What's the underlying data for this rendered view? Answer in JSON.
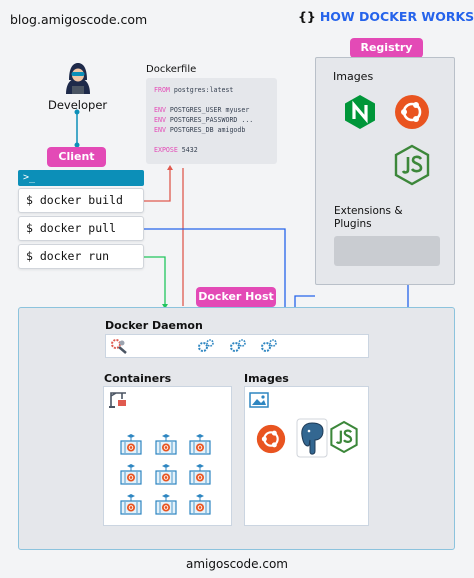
{
  "header": {
    "site": "blog.amigoscode.com",
    "title_brace": "{}",
    "title": "HOW DOCKER WORKS?"
  },
  "developer": {
    "label": "Developer"
  },
  "client": {
    "label": "Client",
    "prompt_symbol": ">_",
    "commands": [
      "$ docker build",
      "$ docker pull",
      "$ docker run"
    ]
  },
  "dockerfile": {
    "label": "Dockerfile",
    "lines": [
      {
        "kw": "FROM",
        "text": " postgres:latest"
      },
      {
        "kw": "",
        "text": ""
      },
      {
        "kw": "ENV",
        "text": " POSTGRES_USER myuser"
      },
      {
        "kw": "ENV",
        "text": " POSTGRES_PASSWORD ..."
      },
      {
        "kw": "ENV",
        "text": " POSTGRES_DB amigodb"
      },
      {
        "kw": "",
        "text": ""
      },
      {
        "kw": "EXPOSE",
        "text": " 5432"
      }
    ]
  },
  "registry": {
    "label": "Registry",
    "images_label": "Images",
    "extensions_label_1": "Extensions &",
    "extensions_label_2": "Plugins"
  },
  "docker_host": {
    "label": "Docker Host",
    "daemon_label": "Docker Daemon",
    "containers_label": "Containers",
    "images_label": "Images"
  },
  "footer": {
    "site": "amigoscode.com"
  },
  "icons": {
    "developer": "hacker-avatar-icon",
    "terminal": "terminal-icon",
    "nginx": "nginx-icon",
    "ubuntu": "ubuntu-icon",
    "nodejs": "nodejs-icon",
    "postgres": "postgres-icon",
    "daemon_tool": "wrench-gear-icon",
    "gears": "gears-icon",
    "container_crane": "crane-icon",
    "image_gallery": "image-icon",
    "container": "container-icon"
  },
  "colors": {
    "pink": "#e34ab6",
    "blue": "#2563eb",
    "teal": "#0c8fb8",
    "green": "#22c55e",
    "red": "#e05a4f",
    "orange": "#e95420",
    "nginx": "#009639",
    "node": "#3c873a"
  }
}
